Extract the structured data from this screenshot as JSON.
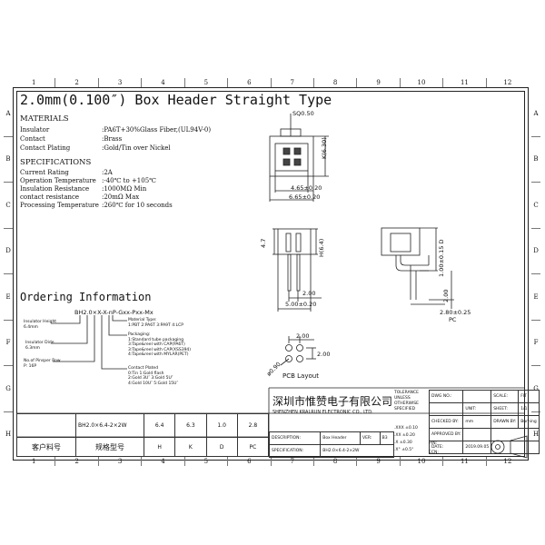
{
  "ruler_top": [
    "1",
    "2",
    "3",
    "4",
    "5",
    "6",
    "7",
    "8",
    "9",
    "10",
    "11",
    "12"
  ],
  "ruler_bottom": [
    "1",
    "2",
    "3",
    "4",
    "5",
    "6",
    "7",
    "8",
    "9",
    "10",
    "11",
    "12"
  ],
  "ruler_left": [
    "A",
    "B",
    "C",
    "D",
    "E",
    "F",
    "G",
    "H"
  ],
  "ruler_right": [
    "A",
    "B",
    "C",
    "D",
    "E",
    "F",
    "G",
    "H"
  ],
  "title": "2.0mm(0.100″) Box Header Straight Type",
  "materials": {
    "heading": "MATERIALS",
    "rows": [
      {
        "k": "Insulator",
        "v": ":PA6T+30%Glass Fiber,(UL94V-0)"
      },
      {
        "k": "Contact",
        "v": ":Brass"
      },
      {
        "k": "Contact Plating",
        "v": ":Gold/Tin over Nickel"
      }
    ]
  },
  "specifications": {
    "heading": "SPECIFICATIONS",
    "rows": [
      {
        "k": "Current Rating",
        "v": ":2A"
      },
      {
        "k": "Operation Temperature",
        "v": ":-40℃ to +105℃"
      },
      {
        "k": "Insulation Resistance",
        "v": ":1000MΩ Min"
      },
      {
        "k": "contact resistance",
        "v": ":20mΩ Max"
      },
      {
        "k": "Processing Temperature",
        "v": ":260℃ for 10 seconds"
      }
    ]
  },
  "ordering": {
    "heading": "Ordering Information",
    "code": "BH2.0×X-X-nP-Gxx-Pxx-Mx",
    "insulator_height": [
      "Insulator Height",
      "6.4mm"
    ],
    "insulator_dide": [
      "Insulator Dide",
      "6.3mm"
    ],
    "pinsper_row": [
      "No.of Pinsper Row",
      "P: 16P"
    ],
    "material_type": [
      "Material Type:",
      "1:PBT 2:PA6T 3:PA9T 4:LCP"
    ],
    "packaging": [
      "Packaging:",
      "1:Standard tube packaging",
      "3:Tape&reel with CAP(PA6T)",
      "3:Tape&reel with CAP(XSS394)",
      "4:Tape&reel with MYLAR(PET)"
    ],
    "contact_plated": [
      "Contact Plated",
      "0:Tin        1:Gold flash",
      "2:Gold 3U″   3:Gold 5U″",
      "4:Gold 10U″  5:Gold 15U″"
    ]
  },
  "dims": {
    "sq": "SQ0.50",
    "k": "K(6.30)",
    "w1": "4.65±0.20",
    "w2": "6.65±0.20",
    "h1": "4.7",
    "h2": "H(6.4)",
    "p1": "2.00",
    "w3": "5.00±0.20",
    "s1": "1.00±0.15",
    "s1b": "D",
    "s2": "2.00",
    "s3": "2.80±0.25",
    "s3b": "PC",
    "hole": "ø0.90",
    "pcb_p1": "2.00",
    "pcb_p2": "2.00",
    "pcb_label": "PCB Layout"
  },
  "part_table": {
    "part": "BH2.0×6.4-2×2W",
    "values": [
      "6.4",
      "6.3",
      "1.0",
      "2.8"
    ],
    "h_customer": "客户料号",
    "h_spec": "规格型号",
    "h_cols": [
      "H",
      "K",
      "D",
      "PC"
    ]
  },
  "title_block": {
    "company_cn": "深圳市惟赞电子有限公司",
    "company_en": "SHENZHEN KRALRUN ELECTRONIC CO., LTD.",
    "tolerance": [
      "TOLERANCE",
      "UNLESS",
      "OTHERWISE",
      "SPECIFIED"
    ],
    "tol_values": [
      ".XXX  ±0.10",
      ".XX  ±0.20",
      ".X  ±0.30",
      ".X°  ±0.5°"
    ],
    "dwg_no": "DWG NO.:",
    "scale_label": "SCALE:",
    "scale_value": "FIT",
    "unit_label": "UNIT:",
    "unit_value": "mm",
    "sheet_label": "SHEET:",
    "sheet_value": "1/1",
    "checked_label": "CHECKED BY:",
    "drawn_label": "DRAWN BY:",
    "drawn_value": "Burning",
    "approved_label": "APPROVED BY:",
    "date_label": "DATE:",
    "date_value": "2019.09.05",
    "desc_label": "DESCRIPTION:",
    "desc_value": "Box Header",
    "ver_label": "VER:",
    "ver_value": "B3",
    "pn_label": "P/N:",
    "ecn_label": "ECN:",
    "spec_label": "SPECIFICATION:",
    "spec_value": "BH2.0×6.4-2×2W"
  }
}
